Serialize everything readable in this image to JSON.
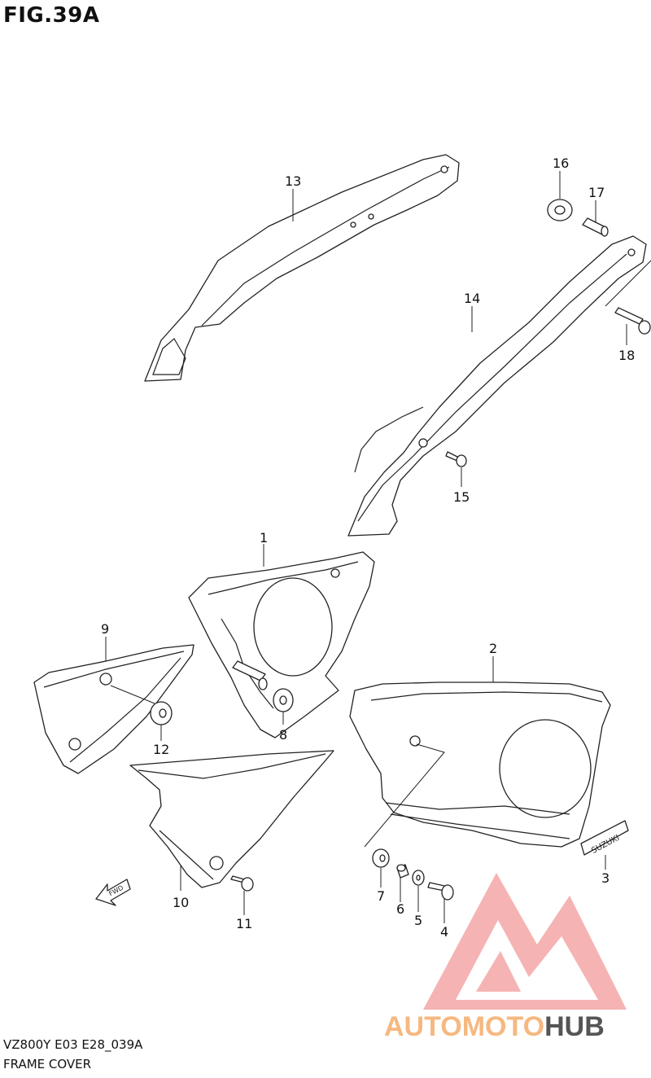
{
  "figure": {
    "title": "FIG.39A",
    "code": "VZ800Y E03 E28_039A",
    "name": "FRAME COVER"
  },
  "callouts": [
    "1",
    "2",
    "3",
    "4",
    "5",
    "6",
    "7",
    "8",
    "9",
    "10",
    "11",
    "12",
    "13",
    "14",
    "15",
    "16",
    "17",
    "18"
  ],
  "emblem_text": "SUZUKI",
  "fwd_text": "FWD",
  "watermark": {
    "part1": "AUTO",
    "part2": "MOTO",
    "part3": "HUB",
    "color_light": "#f7b27a",
    "color_dark": "#4a4a4a",
    "logo_color": "#f08080"
  }
}
